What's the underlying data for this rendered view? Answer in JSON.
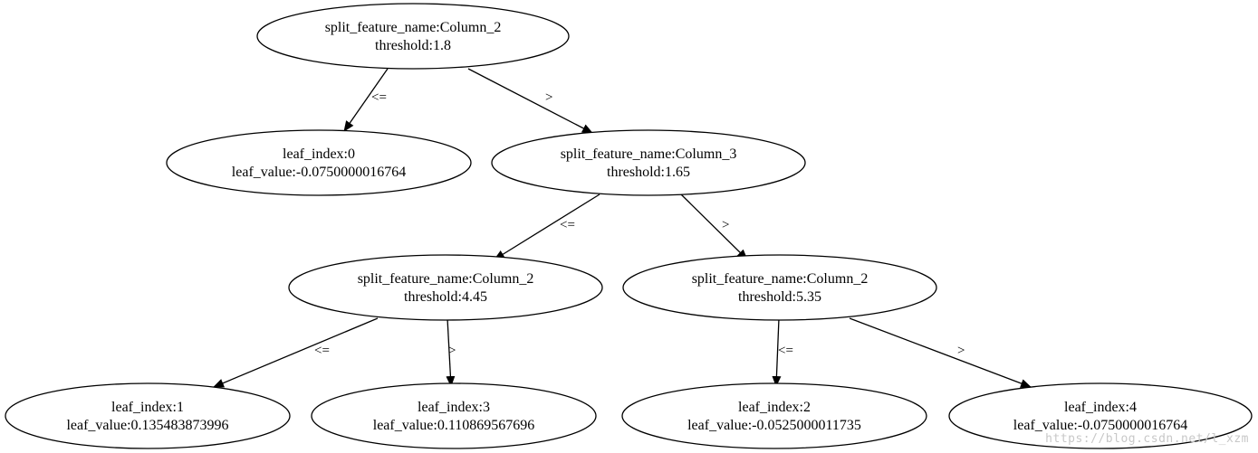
{
  "nodes": {
    "root": {
      "line1": "split_feature_name:Column_2",
      "line2": "threshold:1.8"
    },
    "leaf0": {
      "line1": "leaf_index:0",
      "line2": "leaf_value:-0.0750000016764"
    },
    "n_col3": {
      "line1": "split_feature_name:Column_3",
      "line2": "threshold:1.65"
    },
    "n_col2_445": {
      "line1": "split_feature_name:Column_2",
      "line2": "threshold:4.45"
    },
    "n_col2_535": {
      "line1": "split_feature_name:Column_2",
      "line2": "threshold:5.35"
    },
    "leaf1": {
      "line1": "leaf_index:1",
      "line2": "leaf_value:0.135483873996"
    },
    "leaf3": {
      "line1": "leaf_index:3",
      "line2": "leaf_value:0.110869567696"
    },
    "leaf2": {
      "line1": "leaf_index:2",
      "line2": "leaf_value:-0.0525000011735"
    },
    "leaf4": {
      "line1": "leaf_index:4",
      "line2": "leaf_value:-0.0750000016764"
    }
  },
  "edges": {
    "root_leaf0": "<=",
    "root_col3": ">",
    "col3_445": "<=",
    "col3_535": ">",
    "n445_leaf1": "<=",
    "n445_leaf3": ">",
    "n535_leaf2": "<=",
    "n535_leaf4": ">"
  },
  "watermark": "https://blog.csdn.net/l_xzm"
}
